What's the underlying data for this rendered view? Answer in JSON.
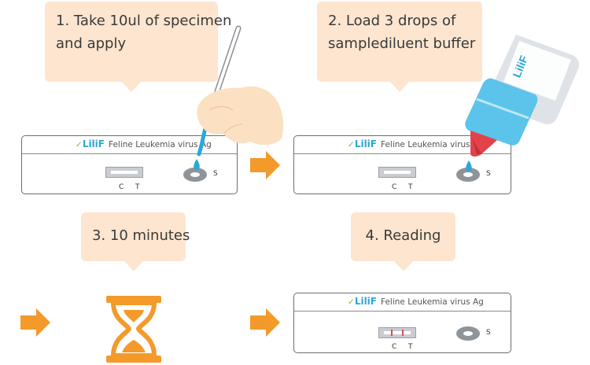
{
  "steps": [
    {
      "line1": "1. Take 10ul of specimen",
      "line2": "and apply"
    },
    {
      "line1": "2. Load 3 drops of",
      "line2": "samplediluent buffer"
    },
    {
      "line1": "3. 10 minutes"
    },
    {
      "line1": "4. Reading"
    }
  ],
  "cassette": {
    "brand": "LiliF",
    "product": "Feline Leukemia virus Ag",
    "control_label": "C",
    "test_label": "T",
    "sample_label": "S"
  },
  "bottle_label": "LiliF",
  "colors": {
    "arrow": "#f39a2b",
    "bubble": "#fde5cf",
    "droplet": "#29a8d9",
    "result_line": "#e04a4a"
  },
  "icons": [
    "dropper-icon",
    "hand-icon",
    "bottle-icon",
    "hourglass-icon",
    "arrow-right-icon",
    "droplet-icon"
  ]
}
